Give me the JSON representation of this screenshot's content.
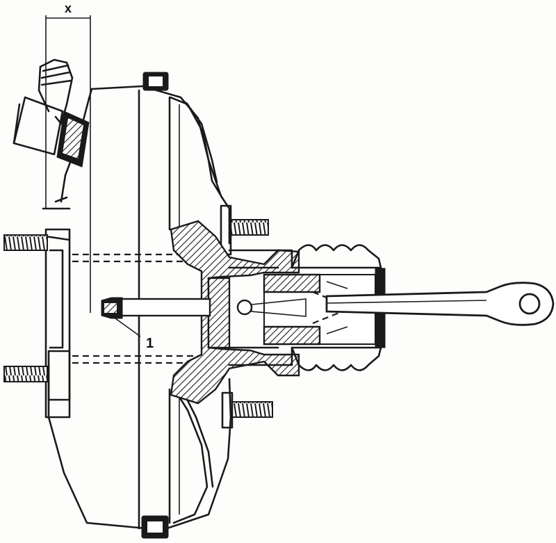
{
  "diagram": {
    "dimension_label": "x",
    "callouts": [
      {
        "id": "1",
        "text": "1"
      }
    ]
  }
}
